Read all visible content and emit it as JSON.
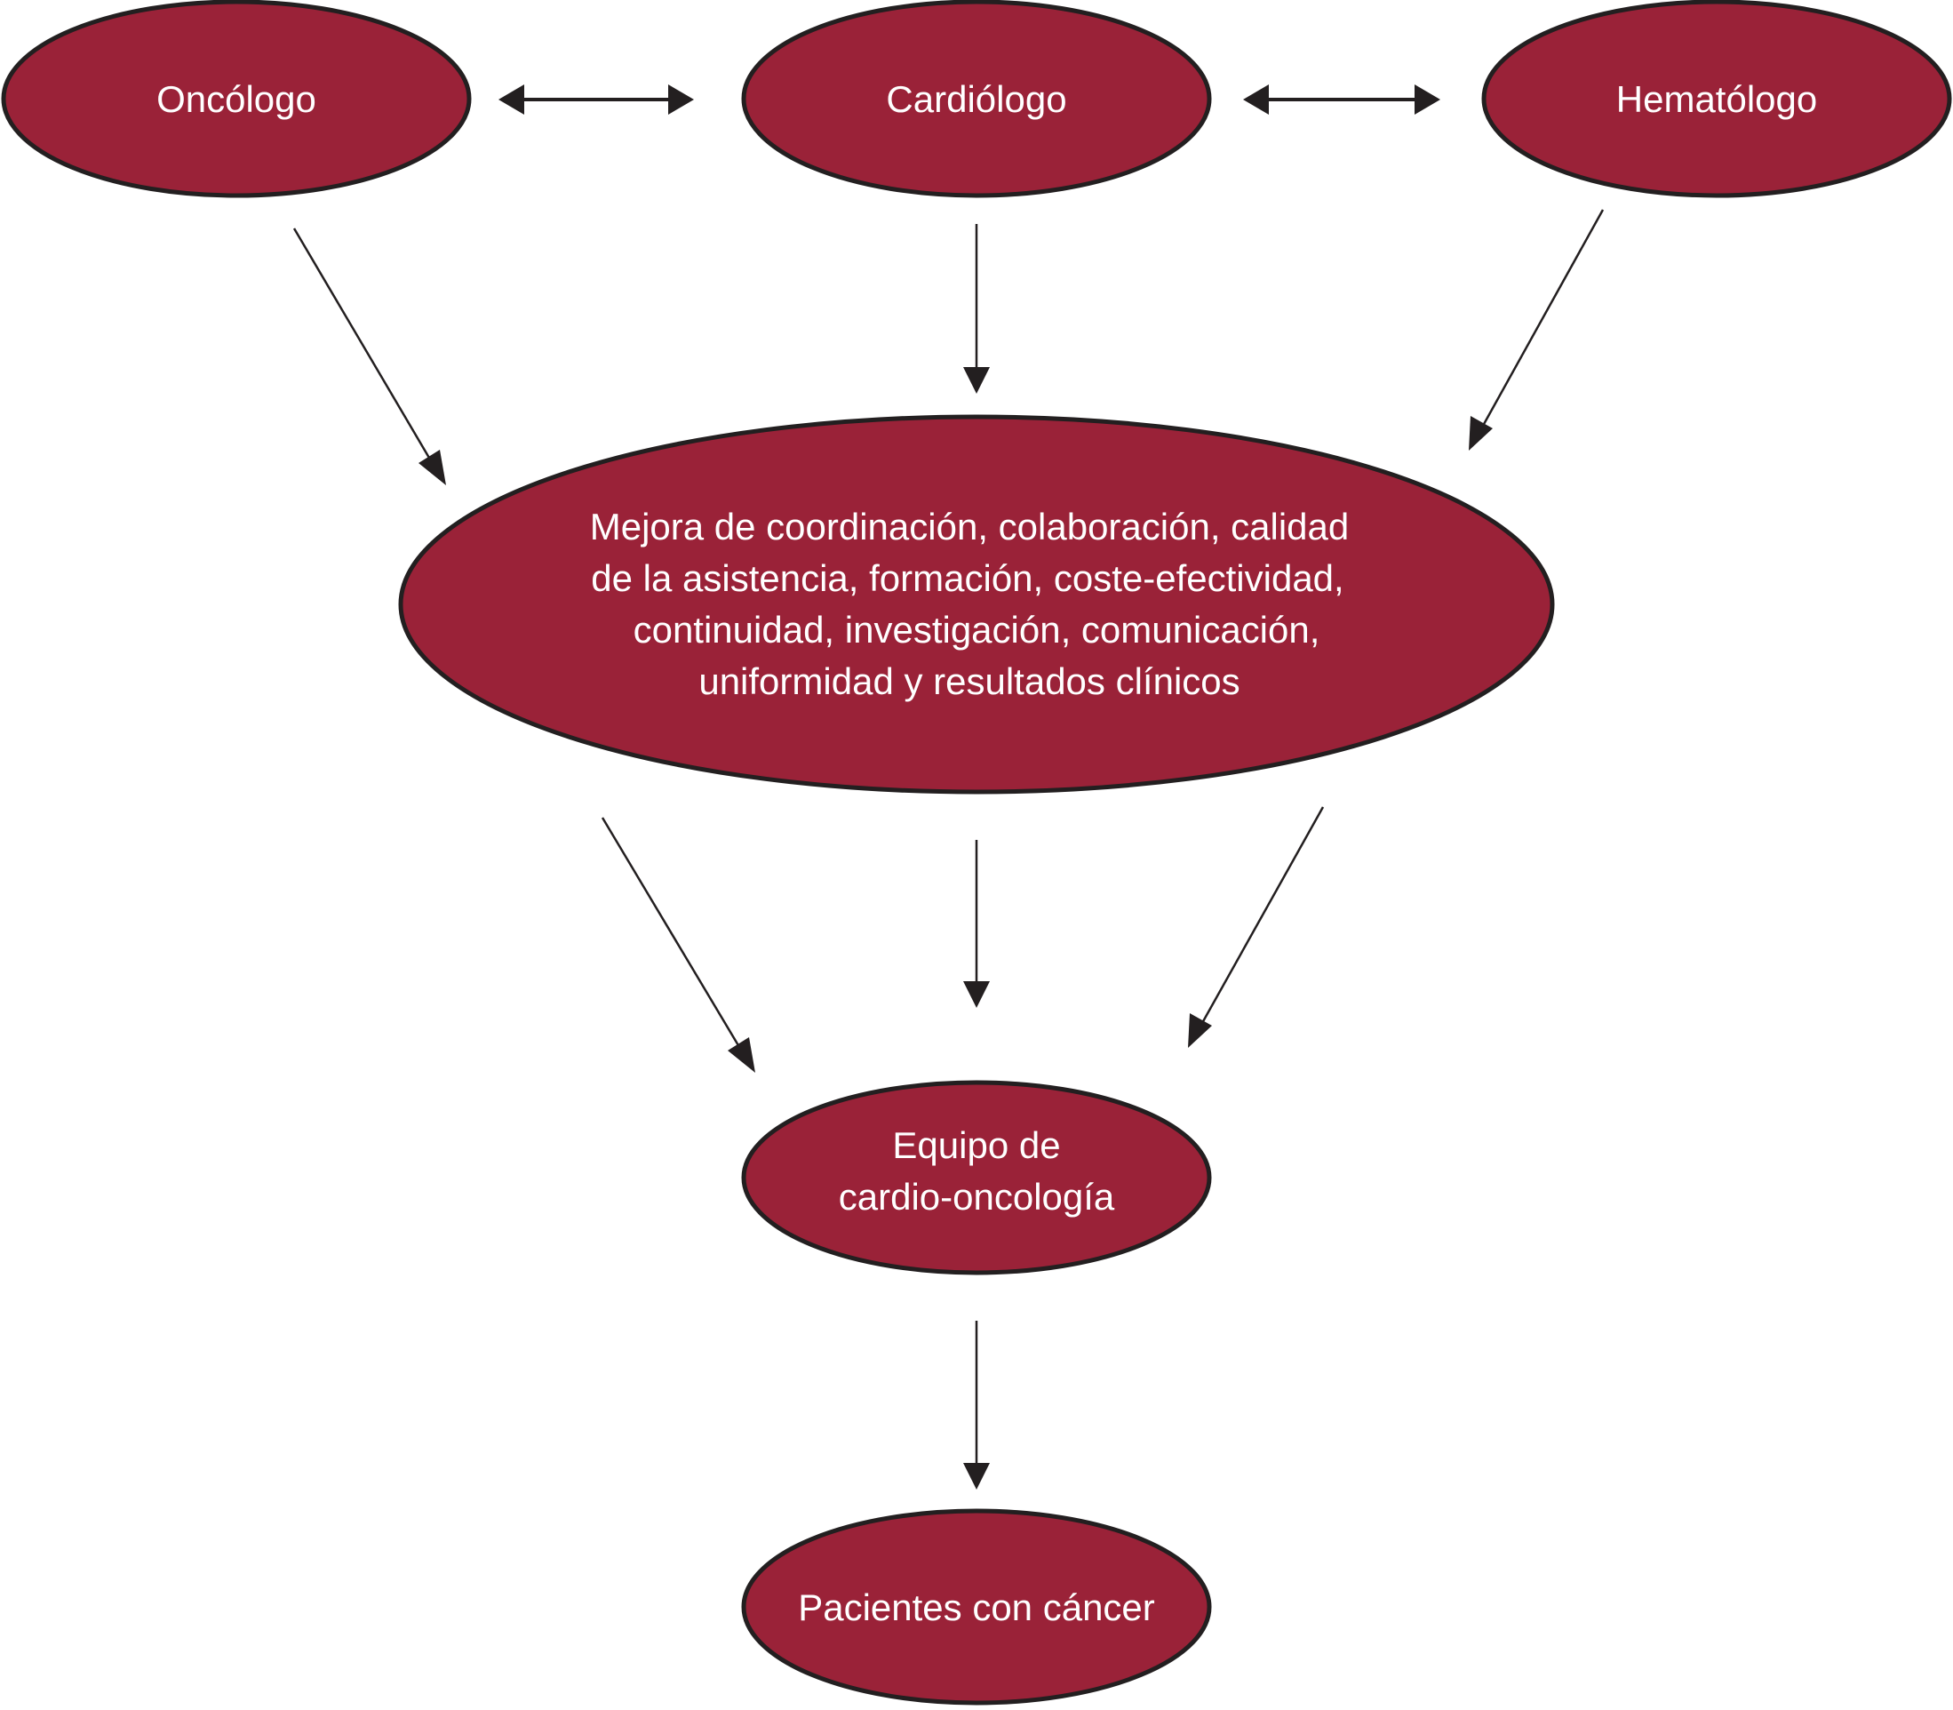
{
  "diagram": {
    "colors": {
      "node_fill": "#9a2238",
      "node_stroke": "#231f20",
      "text": "#ffffff",
      "arrow": "#231f20"
    },
    "nodes": [
      {
        "id": "oncologo",
        "lines": [
          "Oncólogo"
        ]
      },
      {
        "id": "cardiologo",
        "lines": [
          "Cardiólogo"
        ]
      },
      {
        "id": "hematologo",
        "lines": [
          "Hematólogo"
        ]
      },
      {
        "id": "mejora",
        "lines": [
          "Mejora de coordinación, colaboración, calidad",
          "de la asistencia, formación, coste-efectividad,",
          "continuidad, investigación, comunicación,",
          "uniformidad y resultados clínicos"
        ]
      },
      {
        "id": "equipo",
        "lines": [
          "Equipo de",
          "cardio-oncología"
        ]
      },
      {
        "id": "pacientes",
        "lines": [
          "Pacientes con cáncer"
        ]
      }
    ],
    "edges": [
      {
        "from": "oncologo",
        "to": "cardiologo",
        "type": "bidirectional"
      },
      {
        "from": "cardiologo",
        "to": "hematologo",
        "type": "bidirectional"
      },
      {
        "from": "oncologo",
        "to": "mejora",
        "type": "directed"
      },
      {
        "from": "cardiologo",
        "to": "mejora",
        "type": "directed"
      },
      {
        "from": "hematologo",
        "to": "mejora",
        "type": "directed"
      },
      {
        "from": "mejora",
        "to": "equipo",
        "type": "directed"
      },
      {
        "from": "mejora",
        "to": "equipo",
        "type": "directed"
      },
      {
        "from": "mejora",
        "to": "equipo",
        "type": "directed"
      },
      {
        "from": "equipo",
        "to": "pacientes",
        "type": "directed"
      }
    ]
  }
}
